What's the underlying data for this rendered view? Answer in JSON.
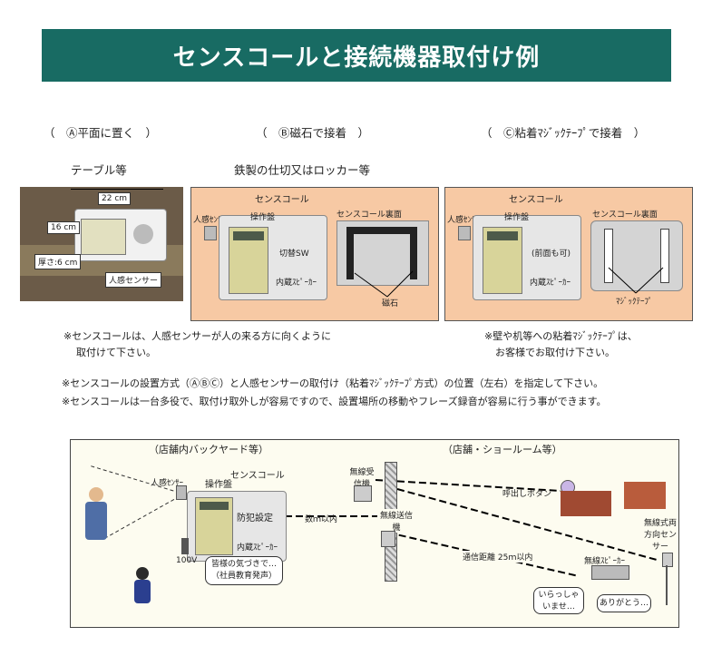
{
  "title": "センスコールと接続機器取付け例",
  "methods": {
    "a": "（　Ⓐ平面に置く　）",
    "b": "（　Ⓑ磁石で接着　）",
    "c": "（　Ⓒ粘着ﾏｼﾞｯｸﾃｰﾌﾟで接着　）"
  },
  "sublabels": {
    "a": "テーブル等",
    "b": "鉄製の仕切又はロッカー等"
  },
  "photo_a": {
    "width_label": "22 cm",
    "height_label": "16 cm",
    "depth_label": "厚さ:6 cm",
    "sensor_label": "人感センサー"
  },
  "panel_b": {
    "title": "センスコール",
    "sensor": "人感ｾﾝｻｰ",
    "keypad": "操作盤",
    "switch": "切替SW",
    "speaker": "内蔵ｽﾋﾟｰｶｰ",
    "back_title": "センスコール裏面",
    "magnet": "磁石"
  },
  "panel_c": {
    "title": "センスコール",
    "sensor": "人感ｾﾝｻｰ",
    "keypad": "操作盤",
    "front_ok": "(前面も可)",
    "speaker": "内蔵ｽﾋﾟｰｶｰ",
    "back_title": "センスコール裏面",
    "tape": "ﾏｼﾞｯｸﾃｰﾌﾟ"
  },
  "notes": {
    "left_1": "※センスコールは、人感センサーが人の来る方に向くように",
    "left_2": "取付けて下さい。",
    "right_1": "※壁や机等への粘着ﾏｼﾞｯｸﾃｰﾌﾟは、",
    "right_2": "お客様でお取付け下さい。",
    "wide_1": "※センスコールの設置方式（ⒶⒷⒸ）と人感センサーの取付け（粘着ﾏｼﾞｯｸﾃｰﾌﾟ方式）の位置（左右）を指定して下さい。",
    "wide_2": "※センスコールは一台多役で、取付け取外しが容易ですので、設置場所の移動やフレーズ録音が容易に行う事ができます。"
  },
  "diagram": {
    "back_area": "（店舗内バックヤード等）",
    "store_area": "（店舗・ショールーム等）",
    "sensor": "人感ｾﾝｻｰ",
    "keypad": "操作盤",
    "sensecall": "センスコール",
    "crime": "防犯設定",
    "speaker": "内蔵ｽﾋﾟｰｶｰ",
    "power": "100V",
    "distance_near": "数ｍ以内",
    "receiver": "無線受信機",
    "transmitter": "無線送信機",
    "call_button": "呼出しボタン",
    "two_way_sensor": "無線式両方向センサー",
    "range": "通信距離 25ｍ以内",
    "wireless_speaker": "無線ｽﾋﾟｰｶｰ",
    "staff_bubble_1": "皆様の気づきで…",
    "staff_bubble_2": "（社員教育発声）",
    "welcome_1": "いらっしゃ",
    "welcome_2": "いませ…",
    "thanks": "ありがとう…"
  }
}
